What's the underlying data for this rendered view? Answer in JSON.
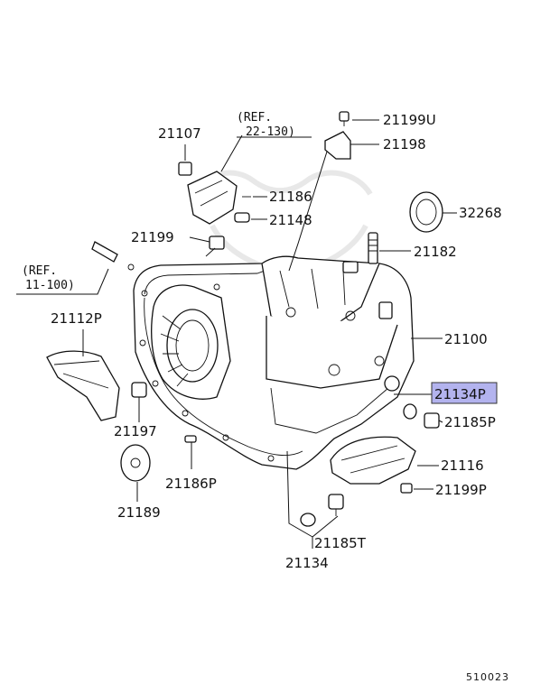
{
  "callouts": {
    "p21107": "21107",
    "ref_top_line1": "(REF.",
    "ref_top_line2": "22-130)",
    "p21199u": "21199U",
    "p21198": "21198",
    "p21186": "21186",
    "p21148": "21148",
    "p32268": "32268",
    "p21199": "21199",
    "p21182": "21182",
    "ref_left_line1": "(REF.",
    "ref_left_line2": "11-100)",
    "p21112p": "21112P",
    "p21100": "21100",
    "p21134p": "21134P",
    "p21185p": "21185P",
    "p21197": "21197",
    "p21116": "21116",
    "p21186p": "21186P",
    "p21199p": "21199P",
    "p21189": "21189",
    "p21185t": "21185T",
    "p21134": "21134"
  },
  "highlight": {
    "color": "#b3b3ee"
  },
  "footer": {
    "diagram_code": "510023"
  }
}
